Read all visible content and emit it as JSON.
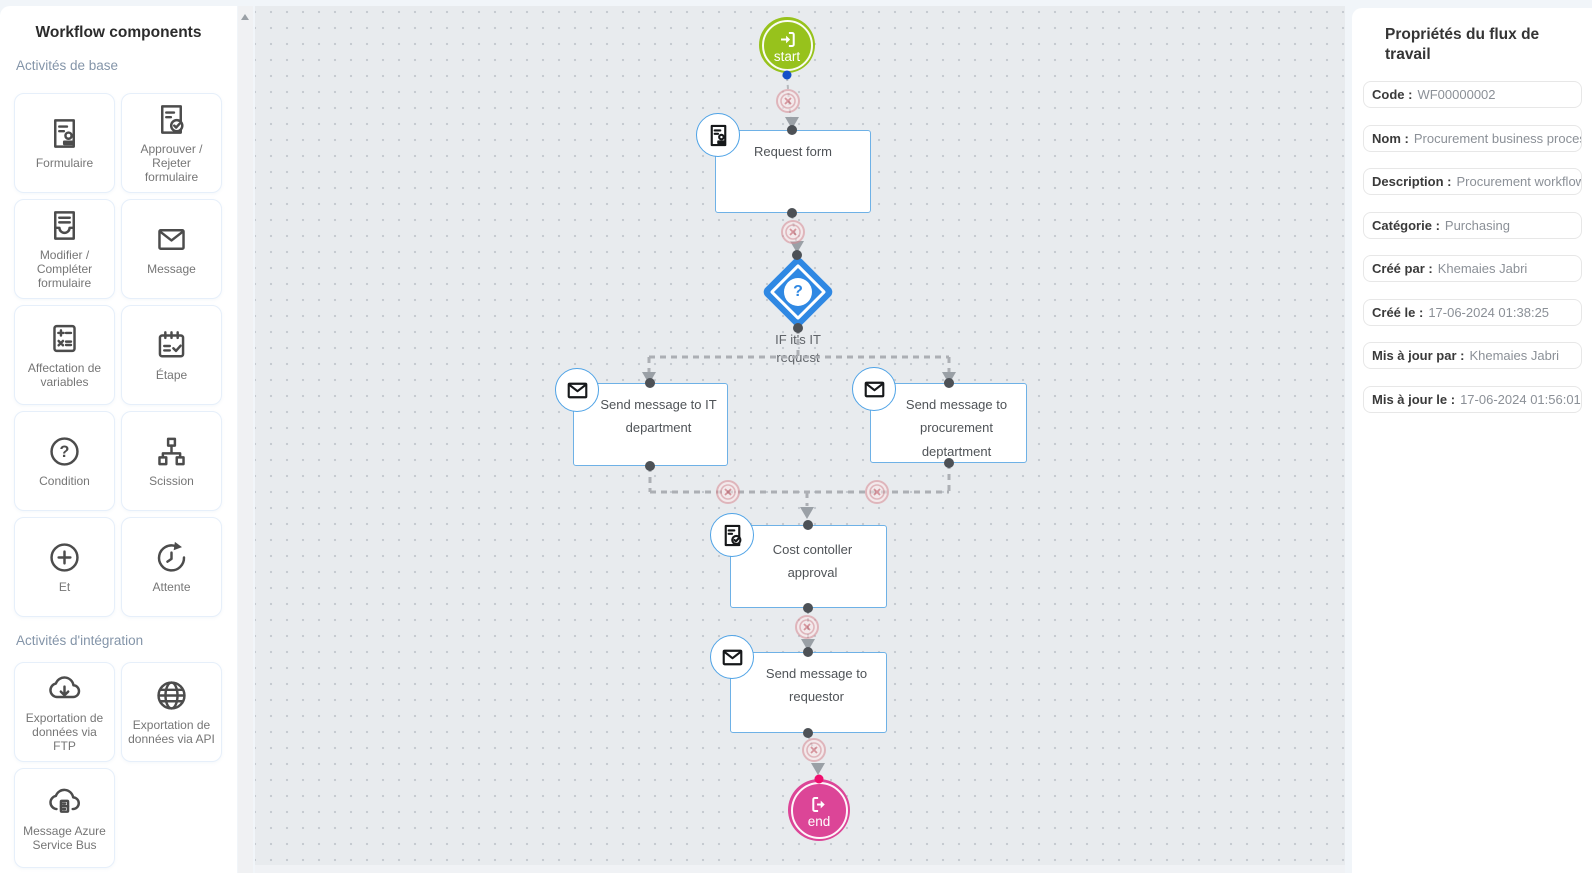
{
  "sidebar": {
    "title": "Workflow components",
    "sections": [
      {
        "label": "Activités de base",
        "items": [
          {
            "icon": "form-icon",
            "label": "Formulaire"
          },
          {
            "icon": "approve-reject-form-icon",
            "label": "Approuver / Rejeter formulaire"
          },
          {
            "icon": "edit-complete-form-icon",
            "label": "Modifier / Compléter formulaire"
          },
          {
            "icon": "message-icon",
            "label": "Message"
          },
          {
            "icon": "variables-icon",
            "label": "Affectation de variables"
          },
          {
            "icon": "step-icon",
            "label": "Étape"
          },
          {
            "icon": "condition-icon",
            "label": "Condition"
          },
          {
            "icon": "split-icon",
            "label": "Scission"
          },
          {
            "icon": "and-icon",
            "label": "Et"
          },
          {
            "icon": "wait-icon",
            "label": "Attente"
          }
        ]
      },
      {
        "label": "Activités d'intégration",
        "items": [
          {
            "icon": "cloud-download-icon",
            "label": "Exportation de données via FTP"
          },
          {
            "icon": "globe-icon",
            "label": "Exportation de données via API"
          },
          {
            "icon": "cloud-server-icon",
            "label": "Message Azure Service Bus"
          }
        ]
      }
    ]
  },
  "canvas": {
    "start_label": "start",
    "end_label": "end",
    "condition_mark": "?",
    "nodes": {
      "request_form": "Request form",
      "condition_label": "IF it's IT request",
      "msg_it": "Send message to IT department",
      "msg_procurement": "Send message to procurement deptartment",
      "cost_approval": "Cost contoller approval",
      "msg_requestor": "Send message to requestor"
    },
    "colors": {
      "start_green": "#97c21c",
      "end_pink": "#dc4597",
      "condition_blue": "#2f88e3",
      "node_border_blue": "#6eb1e6",
      "start_port_blue": "#1450c8",
      "end_port_red": "#ef0f6e"
    }
  },
  "properties": {
    "title": "Propriétés du flux de travail",
    "fields": [
      {
        "label": "Code :",
        "value": "WF00000002"
      },
      {
        "label": "Nom :",
        "value": "Procurement business process"
      },
      {
        "label": "Description :",
        "value": "Procurement workflow"
      },
      {
        "label": "Catégorie :",
        "value": "Purchasing"
      },
      {
        "label": "Créé par :",
        "value": "Khemaies Jabri"
      },
      {
        "label": "Créé le :",
        "value": "17-06-2024 01:38:25"
      },
      {
        "label": "Mis à jour par :",
        "value": "Khemaies Jabri"
      },
      {
        "label": "Mis à jour le :",
        "value": "17-06-2024 01:56:01"
      }
    ]
  }
}
